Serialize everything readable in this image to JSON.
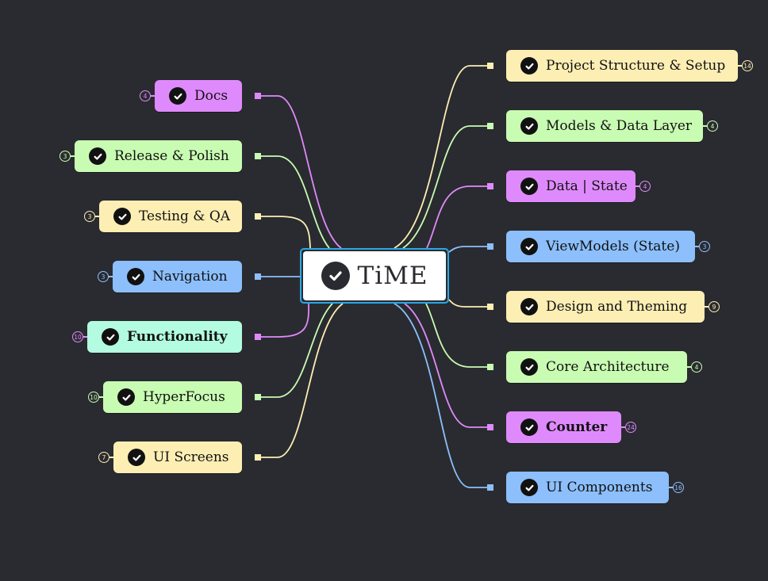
{
  "root": {
    "label": "TiME",
    "icon": "check-circle-icon",
    "border_color": "#2aa8e6"
  },
  "colors": {
    "purple": "#df8afc",
    "green": "#c9fcb3",
    "yellow": "#fdeeb4",
    "blue": "#8cbffc",
    "mint": "#b3fce1",
    "background": "#2a2b30"
  },
  "left_nodes": [
    {
      "label": "Docs",
      "count": "4",
      "color": "purple",
      "line": "purple",
      "bold": false
    },
    {
      "label": "Release & Polish",
      "count": "3",
      "color": "green",
      "line": "green",
      "bold": false
    },
    {
      "label": "Testing & QA",
      "count": "3",
      "color": "yellow",
      "line": "yellow",
      "bold": false
    },
    {
      "label": "Navigation",
      "count": "3",
      "color": "blue",
      "line": "blue",
      "bold": false
    },
    {
      "label": "Functionality",
      "count": "10",
      "color": "mint",
      "line": "purple",
      "bold": true
    },
    {
      "label": "HyperFocus",
      "count": "10",
      "color": "green",
      "line": "green",
      "bold": false
    },
    {
      "label": "UI Screens",
      "count": "7",
      "color": "yellow",
      "line": "yellow",
      "bold": false
    }
  ],
  "right_nodes": [
    {
      "label": "Project Structure & Setup",
      "count": "14",
      "color": "yellow",
      "line": "yellow",
      "bold": false
    },
    {
      "label": "Models & Data Layer",
      "count": "4",
      "color": "green",
      "line": "green",
      "bold": false
    },
    {
      "label": "Data | State",
      "count": "4",
      "color": "purple",
      "line": "purple",
      "bold": false
    },
    {
      "label": "ViewModels (State)",
      "count": "3",
      "color": "blue",
      "line": "blue",
      "bold": false
    },
    {
      "label": "Design and Theming",
      "count": "9",
      "color": "yellow",
      "line": "yellow",
      "bold": false
    },
    {
      "label": "Core Architecture",
      "count": "4",
      "color": "green",
      "line": "green",
      "bold": false
    },
    {
      "label": "Counter",
      "count": "24",
      "color": "purple",
      "line": "purple",
      "bold": true
    },
    {
      "label": "UI Components",
      "count": "16",
      "color": "blue",
      "line": "blue",
      "bold": false
    }
  ]
}
